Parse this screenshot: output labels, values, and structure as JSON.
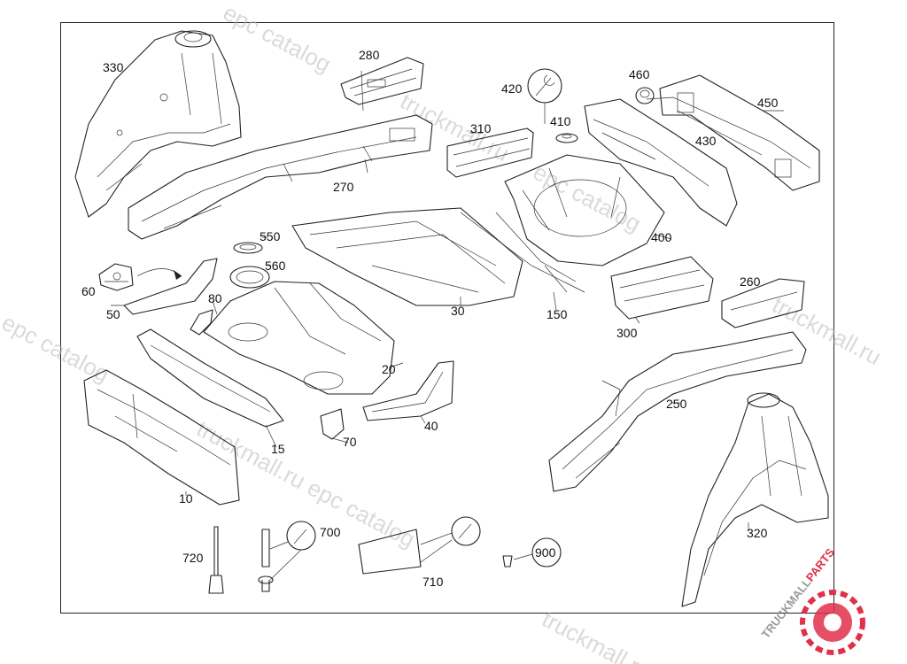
{
  "diagram": {
    "labels": [
      {
        "id": "330",
        "text": "330"
      },
      {
        "id": "280",
        "text": "280"
      },
      {
        "id": "420",
        "text": "420"
      },
      {
        "id": "460",
        "text": "460"
      },
      {
        "id": "450",
        "text": "450"
      },
      {
        "id": "310",
        "text": "310"
      },
      {
        "id": "410",
        "text": "410"
      },
      {
        "id": "430",
        "text": "430"
      },
      {
        "id": "270",
        "text": "270"
      },
      {
        "id": "400",
        "text": "400"
      },
      {
        "id": "550",
        "text": "550"
      },
      {
        "id": "560",
        "text": "560"
      },
      {
        "id": "260",
        "text": "260"
      },
      {
        "id": "60",
        "text": "60"
      },
      {
        "id": "50",
        "text": "50"
      },
      {
        "id": "80",
        "text": "80"
      },
      {
        "id": "30",
        "text": "30"
      },
      {
        "id": "150",
        "text": "150"
      },
      {
        "id": "300",
        "text": "300"
      },
      {
        "id": "20",
        "text": "20"
      },
      {
        "id": "250",
        "text": "250"
      },
      {
        "id": "40",
        "text": "40"
      },
      {
        "id": "70",
        "text": "70"
      },
      {
        "id": "15",
        "text": "15"
      },
      {
        "id": "10",
        "text": "10"
      },
      {
        "id": "320",
        "text": "320"
      },
      {
        "id": "700",
        "text": "700"
      },
      {
        "id": "720",
        "text": "720"
      },
      {
        "id": "710",
        "text": "710"
      },
      {
        "id": "900",
        "text": "900"
      }
    ]
  },
  "watermark": {
    "catalog": "epc catalog",
    "site": "truckmall.ru",
    "site_full": "truckmall.ru epc catalog"
  },
  "logo": {
    "brand_a": "TRUCKMALL",
    "brand_b": "PARTS",
    "accent": "#e0304a"
  }
}
